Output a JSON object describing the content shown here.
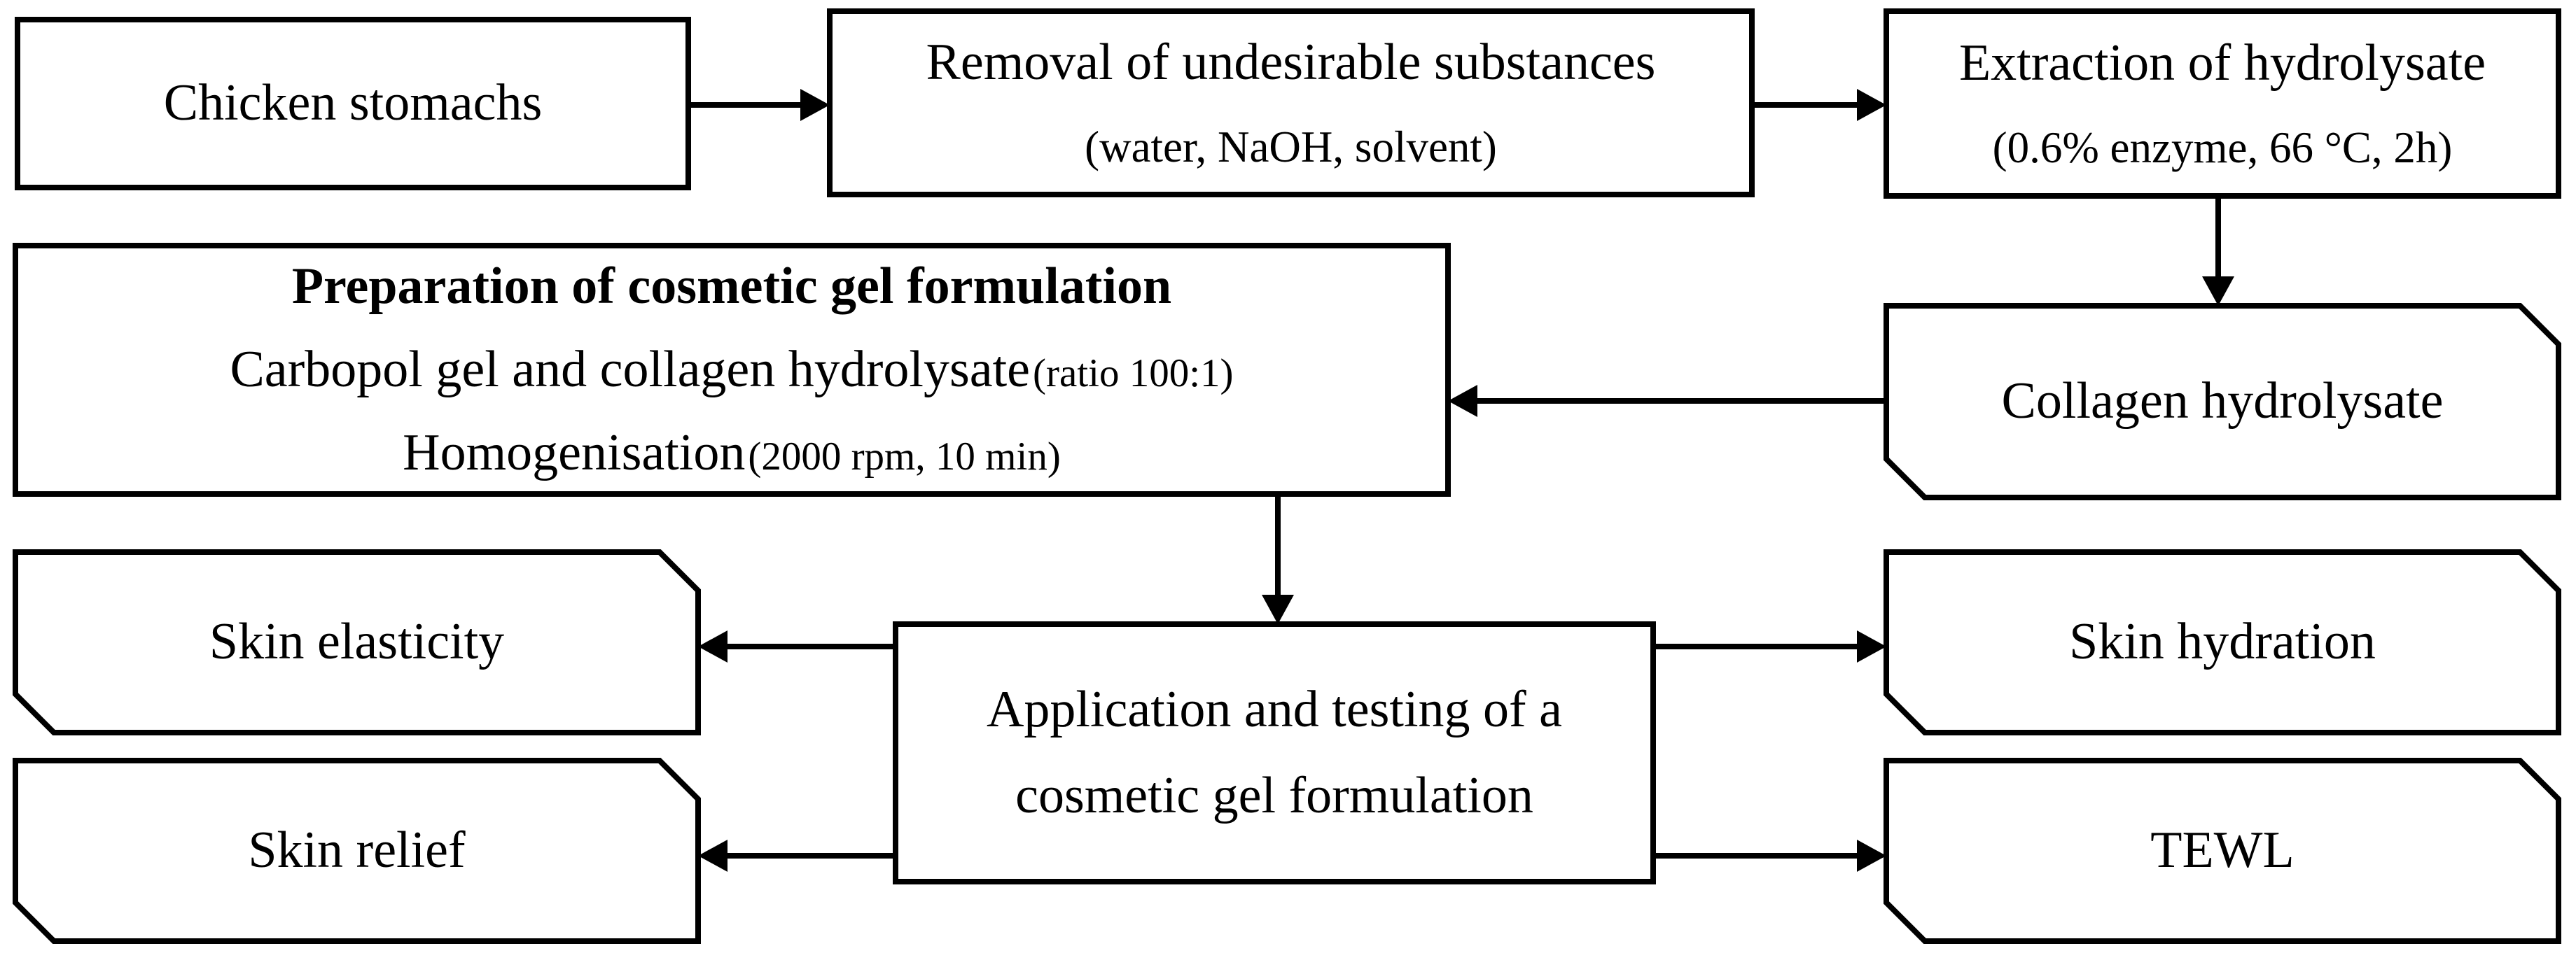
{
  "figure": {
    "type": "flowchart",
    "background_color": "#ffffff",
    "line_color": "#000000",
    "text_color": "#000000"
  },
  "nodes": {
    "chicken": {
      "label": "Chicken stomachs"
    },
    "removal": {
      "title": "Removal of undesirable substances",
      "subtitle": "(water, NaOH, solvent)"
    },
    "extraction": {
      "title": "Extraction of hydrolysate",
      "subtitle": "(0.6% enzyme, 66 °C, 2h)"
    },
    "collagen": {
      "label": "Collagen hydrolysate"
    },
    "preparation": {
      "title": "Preparation of cosmetic gel formulation",
      "line2_main": "Carbopol gel and collagen hydrolysate",
      "line2_note": "(ratio 100:1)",
      "line3_main": "Homogenisation",
      "line3_note": "(2000 rpm, 10 min)"
    },
    "application": {
      "line1": "Application and testing of a",
      "line2": "cosmetic gel formulation"
    },
    "skin_elasticity": {
      "label": "Skin elasticity"
    },
    "skin_relief": {
      "label": "Skin relief"
    },
    "skin_hydration": {
      "label": "Skin hydration"
    },
    "tewl": {
      "label": "TEWL"
    }
  }
}
